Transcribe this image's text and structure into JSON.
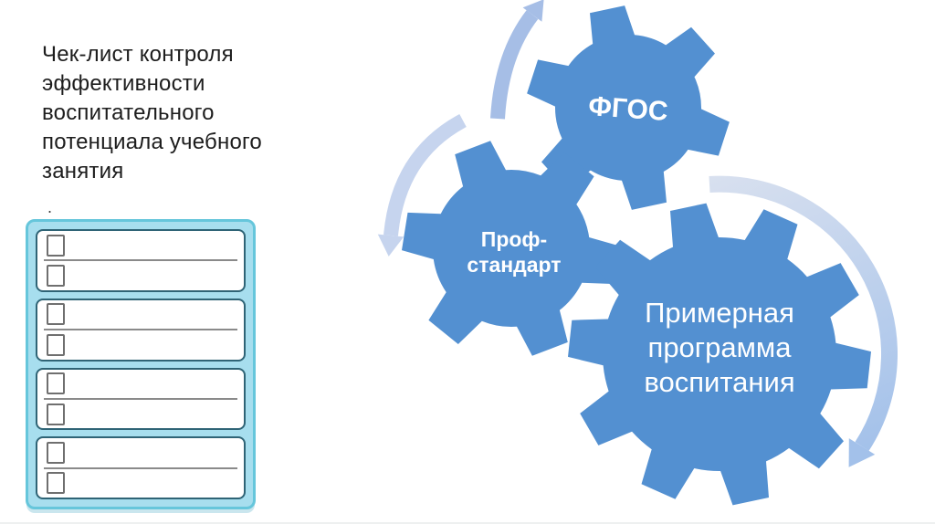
{
  "slide": {
    "title": "Чек-лист контроля\nэффективности\nвоспитательного\nпотенциала учебного\nзанятия",
    "stray_bullet": "."
  },
  "checklist": {
    "cards_count": 4,
    "rows_per_card": 2,
    "colors": {
      "panel_fill": "#a7deee",
      "panel_border": "#66c6db",
      "card_border": "#2f6476",
      "checkbox_border": "#6f6f6f",
      "divider": "#8a8a8a"
    }
  },
  "diagram": {
    "gear_color": "#5390d1",
    "label_color": "#ffffff",
    "arrows": {
      "up_arrow_color": "#a6bee6",
      "down_left_arrow_color": "#c6d4ee",
      "circular_arrow_start_color": "#d8e0ef",
      "circular_arrow_end_color": "#a3c1ea"
    },
    "gears": [
      {
        "id": "fgos",
        "label": "ФГОС"
      },
      {
        "id": "profstandart",
        "label_lines": [
          "Проф-",
          "стандарт"
        ]
      },
      {
        "id": "primernaya",
        "label_lines": [
          "Примерная",
          "программа",
          "воспитания"
        ]
      }
    ]
  }
}
